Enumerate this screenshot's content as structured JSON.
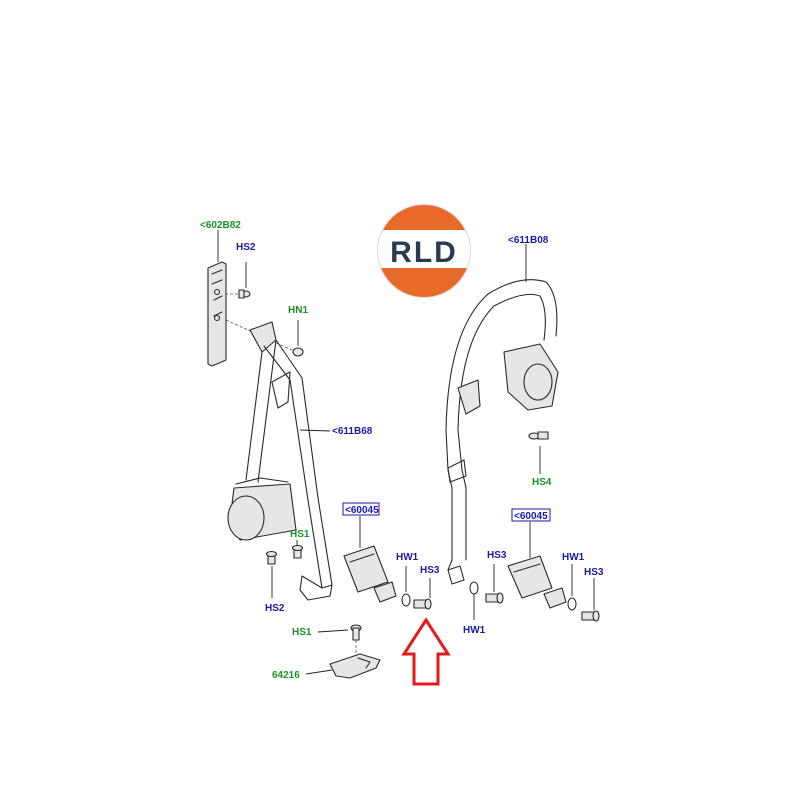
{
  "logo": {
    "text": "RLD",
    "colors": {
      "top": "#e8692a",
      "band": "#ffffff",
      "text": "#2a3a52",
      "bottom": "#e8692a"
    }
  },
  "labels": {
    "l602B82": "<602B82",
    "hs2_top": "HS2",
    "hn1": "HN1",
    "l611B68": "<611B68",
    "hs1_mid": "HS1",
    "hs2_bot": "HS2",
    "l60045_left": "<60045",
    "hw1_left": "HW1",
    "hs3_left": "HS3",
    "l611B08": "<611B08",
    "hs4": "HS4",
    "l60045_right": "<60045",
    "hs3_right1": "HS3",
    "hw1_right": "HW1",
    "hs3_right2": "HS3",
    "hw1_bottom": "HW1",
    "hs1_bot": "HS1",
    "l64216": "64216"
  },
  "colors": {
    "ref_blue": "#1a1aa8",
    "ref_green": "#1f8f2a",
    "arrow": "#e01b1b"
  },
  "icons": {
    "pointer": "up-arrow-icon"
  }
}
